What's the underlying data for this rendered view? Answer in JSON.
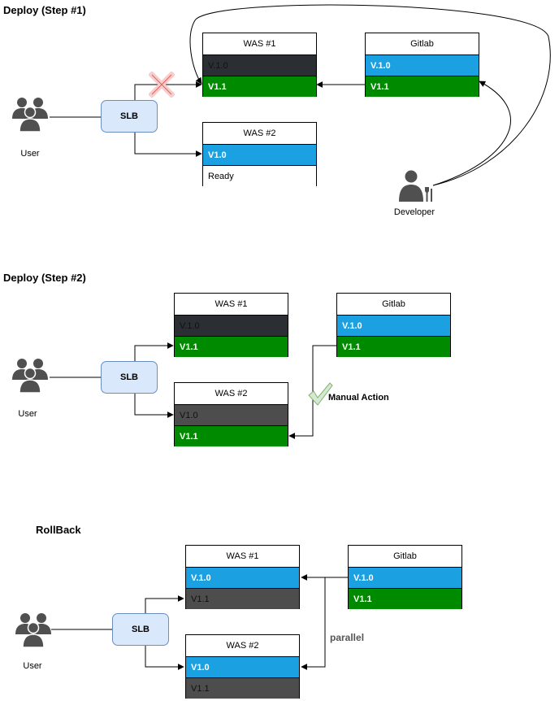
{
  "sections": {
    "step1": {
      "title": "Deploy (Step #1)"
    },
    "step2": {
      "title": "Deploy (Step #2)"
    },
    "rollback": {
      "title": "RollBack"
    }
  },
  "step1": {
    "user_label": "User",
    "slb_label": "SLB",
    "was1": {
      "title": "WAS #1",
      "rows": [
        "V.1.0",
        "V1.1"
      ]
    },
    "was2": {
      "title": "WAS #2",
      "rows": [
        "V1.0",
        "Ready"
      ]
    },
    "gitlab": {
      "title": "Gitlab",
      "rows": [
        "V.1.0",
        "V1.1"
      ]
    },
    "developer_label": "Developer"
  },
  "step2": {
    "user_label": "User",
    "slb_label": "SLB",
    "was1": {
      "title": "WAS #1",
      "rows": [
        "V.1.0",
        "V1.1"
      ]
    },
    "was2": {
      "title": "WAS #2",
      "rows": [
        "V1.0",
        "V1.1"
      ]
    },
    "gitlab": {
      "title": "Gitlab",
      "rows": [
        "V.1.0",
        "V1.1"
      ]
    },
    "manual_action": "Manual Action"
  },
  "rollback": {
    "user_label": "User",
    "slb_label": "SLB",
    "was1": {
      "title": "WAS #1",
      "rows": [
        "V.1.0",
        "V1.1"
      ]
    },
    "was2": {
      "title": "WAS #2",
      "rows": [
        "V1.0",
        "V1.1"
      ]
    },
    "gitlab": {
      "title": "Gitlab",
      "rows": [
        "V.1.0",
        "V1.1"
      ]
    },
    "parallel_label": "parallel"
  },
  "icons": [
    "users-icon",
    "developer-icon",
    "red-x-icon",
    "green-check-icon"
  ],
  "colors": {
    "blue": "#1ba1e2",
    "green": "#008a00",
    "dark": "#2b2f33",
    "gray": "#4d4d4d",
    "slb_fill": "#dae8fc",
    "slb_border": "#6c8ebf",
    "icon": "#505050"
  }
}
